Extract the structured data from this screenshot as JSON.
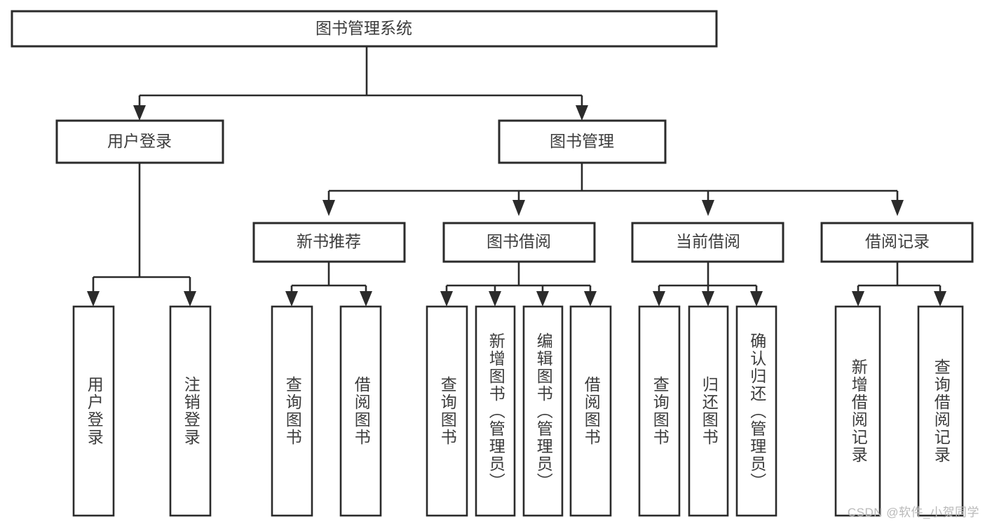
{
  "diagram": {
    "type": "tree",
    "title": "图书管理系统",
    "watermark": "CSDN @软件_小贺同学",
    "colors": {
      "stroke": "#2b2b2b",
      "box_fill": "#ffffff",
      "text": "#3c3c3c",
      "background": "#ffffff",
      "watermark": "#b9b9b9"
    },
    "root": {
      "label": "图书管理系统"
    },
    "level2": [
      {
        "label": "用户登录"
      },
      {
        "label": "图书管理"
      }
    ],
    "level3": [
      {
        "label": "新书推荐"
      },
      {
        "label": "图书借阅"
      },
      {
        "label": "当前借阅"
      },
      {
        "label": "借阅记录"
      }
    ],
    "leaves": {
      "user_login": [
        {
          "label": "用户登录"
        },
        {
          "label": "注销登录"
        }
      ],
      "new_book_recommend": [
        {
          "label": "查询图书"
        },
        {
          "label": "借阅图书"
        }
      ],
      "book_borrow": [
        {
          "label": "查询图书"
        },
        {
          "label": "新增图书（管理员）"
        },
        {
          "label": "编辑图书（管理员）"
        },
        {
          "label": "借阅图书"
        }
      ],
      "current_borrow": [
        {
          "label": "查询图书"
        },
        {
          "label": "归还图书"
        },
        {
          "label": "确认归还（管理员）"
        }
      ],
      "borrow_record": [
        {
          "label": "新增借阅记录"
        },
        {
          "label": "查询借阅记录"
        }
      ]
    }
  }
}
